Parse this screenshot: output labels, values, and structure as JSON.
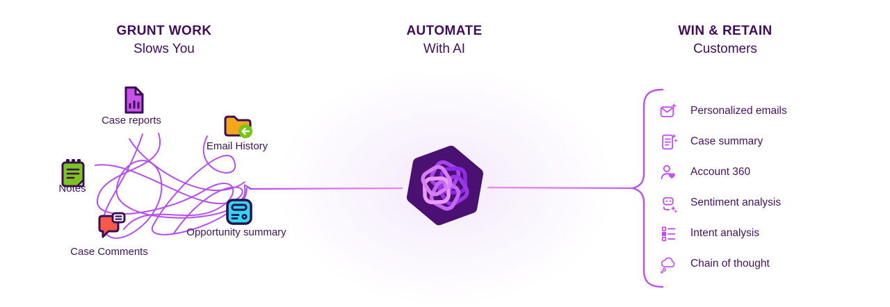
{
  "headers": {
    "grunt": {
      "title": "GRUNT WORK",
      "subtitle": "Slows You"
    },
    "automate": {
      "title": "AUTOMATE",
      "subtitle": "With AI"
    },
    "win": {
      "title": "WIN & RETAIN",
      "subtitle": "Customers"
    }
  },
  "grunt_items": [
    {
      "label": "Case reports",
      "icon": "bar-chart-document-icon"
    },
    {
      "label": "Email History",
      "icon": "folder-return-icon"
    },
    {
      "label": "Notes",
      "icon": "notepad-icon"
    },
    {
      "label": "Case Comments",
      "icon": "chat-bubbles-icon"
    },
    {
      "label": "Opportunity summary",
      "icon": "summary-card-icon"
    }
  ],
  "win_items": [
    {
      "label": "Personalized emails",
      "icon": "envelope-sparkle-icon"
    },
    {
      "label": "Case summary",
      "icon": "document-sparkle-icon"
    },
    {
      "label": "Account 360",
      "icon": "person-heart-icon"
    },
    {
      "label": "Sentiment analysis",
      "icon": "robot-sparkle-icon"
    },
    {
      "label": "Intent analysis",
      "icon": "checklist-icon"
    },
    {
      "label": "Chain of thought",
      "icon": "thought-cloud-icon"
    }
  ],
  "colors": {
    "heading_text": "#3f0e5a",
    "body_text": "#44125e",
    "tangle_line": "#b44df0",
    "connector_line": "#e87df2",
    "bracket": "#bb4ff0",
    "logo_hexagon": "#4a1173",
    "doc_purple": "#c653e8",
    "folder_amber": "#f3a61e",
    "badge_green": "#76c513",
    "notes_green": "#7cc41e",
    "comments_red": "#f8594a",
    "summary_cyan": "#35d4f0",
    "right_icon_stroke": "#bd46f0"
  }
}
